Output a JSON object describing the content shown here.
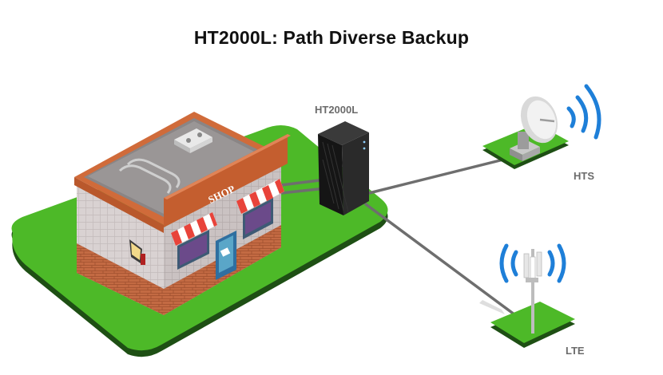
{
  "title": "HT2000L: Path Diverse Backup",
  "labels": {
    "device": "HT2000L",
    "hts": "HTS",
    "lte": "LTE"
  },
  "shop": {
    "sign": "SHOP"
  },
  "colors": {
    "grass": "#4db928",
    "grass_edge": "#1d4d12",
    "wall": "#d6cfcf",
    "brick": "#c36a43",
    "roof_trim": "#d06b3a",
    "awning_red": "#e8433a",
    "signal_blue": "#1e7fd8",
    "cable": "#707070",
    "device": "#1c1c1c"
  }
}
